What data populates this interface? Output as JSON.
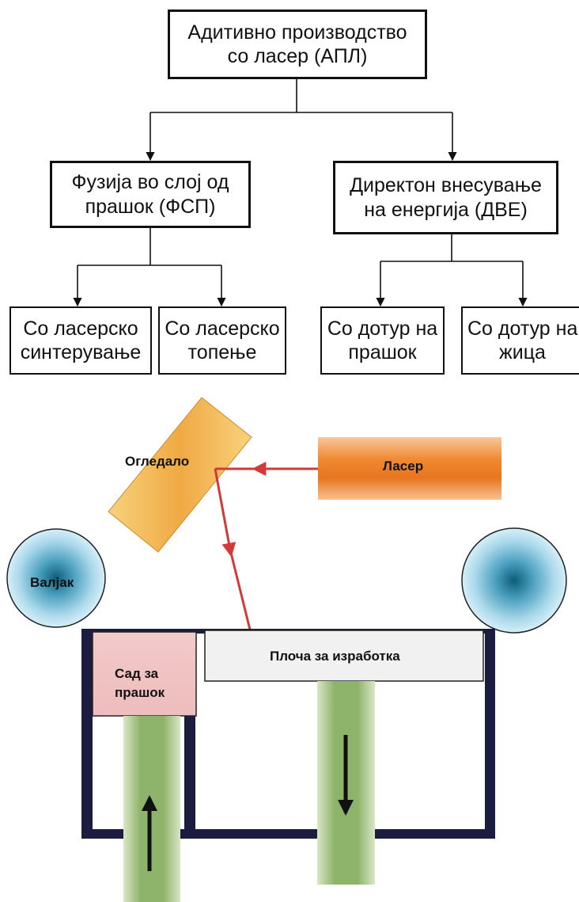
{
  "flowchart": {
    "root": {
      "line1": "Адитивно производство",
      "line2": "со ласер (АПЛ)"
    },
    "left_branch": {
      "line1": "Фузија во слој од",
      "line2": "прашок (ФСП)"
    },
    "right_branch": {
      "line1": "Директон внесување",
      "line2": "на енергија (ДВЕ)"
    },
    "leaves": [
      {
        "line1": "Со ласерско",
        "line2": "синтерување"
      },
      {
        "line1": "Со ласерско",
        "line2": "топење"
      },
      {
        "line1": "Со дотур на",
        "line2": "прашок"
      },
      {
        "line1": "Со дотур на",
        "line2": "жица"
      }
    ]
  },
  "machine": {
    "mirror_label": "Огледало",
    "laser_label": "Ласер",
    "roller_label": "Валјак",
    "platform_label": "Плоча за изработка",
    "powder_bin_line1": "Сад за",
    "powder_bin_line2": "прашок"
  },
  "colors": {
    "laser_beam": "#d23a3a",
    "laser_source": "#ee8a33",
    "mirror": "#f2b24e",
    "roller": "#bfe4f1",
    "powder_bin": "#f2c6c6",
    "piston": "#8eb36a",
    "frame": "#1c1c40"
  }
}
